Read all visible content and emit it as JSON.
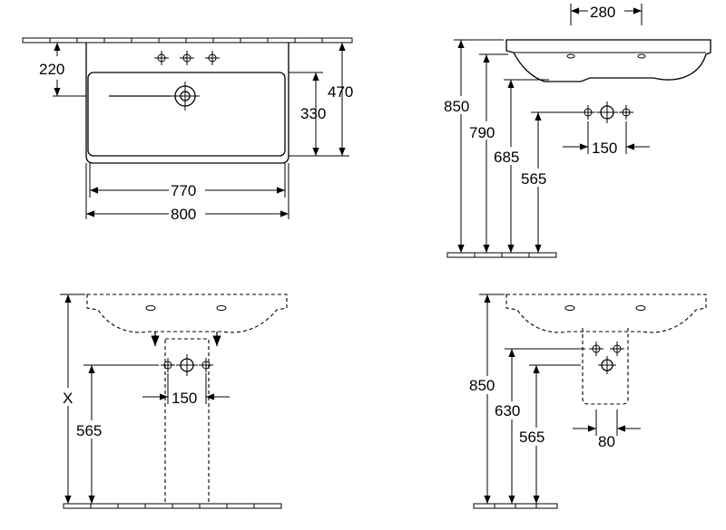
{
  "top_view": {
    "depth_top": "220",
    "depth_total": "470",
    "depth_bowl": "330",
    "width_inner": "770",
    "width_total": "800"
  },
  "side_view": {
    "tap_spacing": "280",
    "height_total": "850",
    "height_bowl": "790",
    "height_siphon": "685",
    "height_outlet": "565",
    "outlet_spacing": "150"
  },
  "front_view": {
    "height_variable": "X",
    "height_outlet": "565",
    "outlet_spacing": "150"
  },
  "pedestal_view": {
    "height_total": "850",
    "height_pedestal": "630",
    "height_outlet": "565",
    "outlet_spacing": "80"
  },
  "colors": {
    "line": "#000000",
    "background": "#ffffff"
  }
}
